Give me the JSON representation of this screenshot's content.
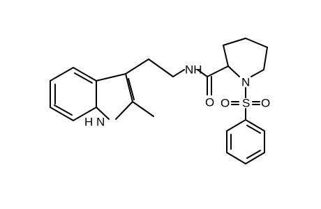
{
  "molecule": {
    "atoms": {
      "nh_indole": "H N",
      "nh_amide": "NH",
      "o_carbonyl": "O",
      "n_ring": "N",
      "s_sulfonyl": "S",
      "o_left": "O",
      "o_right": "O"
    }
  },
  "colors": {
    "bond": "#000000",
    "label": "#000000",
    "background": "#ffffff"
  }
}
